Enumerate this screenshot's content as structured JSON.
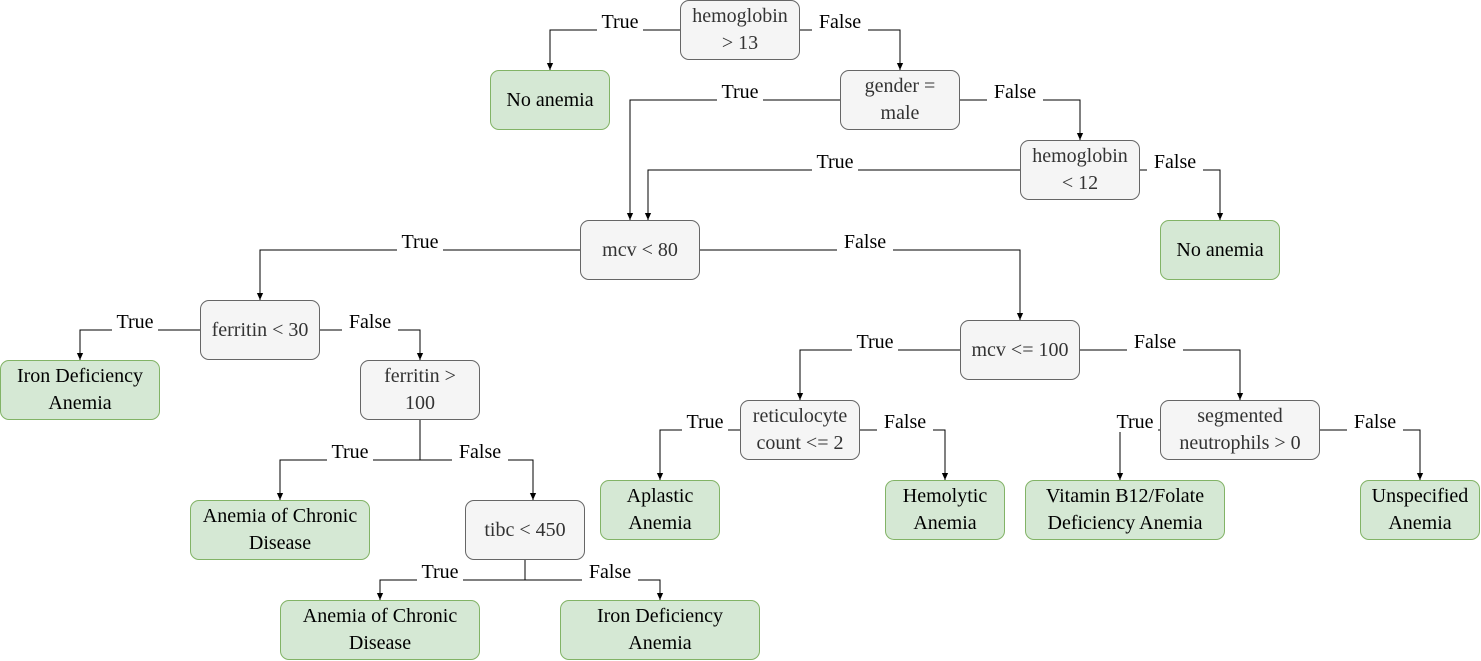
{
  "colors": {
    "decision_fill": "#f5f5f5",
    "decision_stroke": "#666666",
    "decision_text": "#333333",
    "leaf_fill": "#d5e8d4",
    "leaf_stroke": "#82b366",
    "leaf_text": "#000000",
    "edge": "#000000"
  },
  "nodes": {
    "hb13": "hemoglobin\n> 13",
    "no_anemia_1": "No anemia",
    "gender": "gender =\nmale",
    "hb12": "hemoglobin\n< 12",
    "no_anemia_2": "No anemia",
    "mcv80": "mcv < 80",
    "ferritin30": "ferritin < 30",
    "ida_1": "Iron Deficiency\nAnemia",
    "ferritin100": "ferritin  >\n100",
    "acd_1": "Anemia of Chronic\nDisease",
    "tibc": "tibc < 450",
    "acd_2": "Anemia of Chronic\nDisease",
    "ida_2": "Iron Deficiency\nAnemia",
    "mcv100": "mcv <= 100",
    "retic": "reticulocyte\ncount <= 2",
    "aplastic": "Aplastic\nAnemia",
    "hemolytic": "Hemolytic\nAnemia",
    "neutro": "segmented\nneutrophils > 0",
    "b12": "Vitamin B12/Folate\nDeficiency Anemia",
    "unspecified": "Unspecified\nAnemia"
  },
  "edge_labels": {
    "hb13_true": "True",
    "hb13_false": "False",
    "gender_true": "True",
    "gender_false": "False",
    "hb12_true": "True",
    "hb12_false": "False",
    "mcv80_true": "True",
    "mcv80_false": "False",
    "ferritin30_true": "True",
    "ferritin30_false": "False",
    "ferritin100_true": "True",
    "ferritin100_false": "False",
    "tibc_true": "True",
    "tibc_false": "False",
    "mcv100_true": "True",
    "mcv100_false": "False",
    "retic_true": "True",
    "retic_false": "False",
    "neutro_true": "True",
    "neutro_false": "False"
  }
}
